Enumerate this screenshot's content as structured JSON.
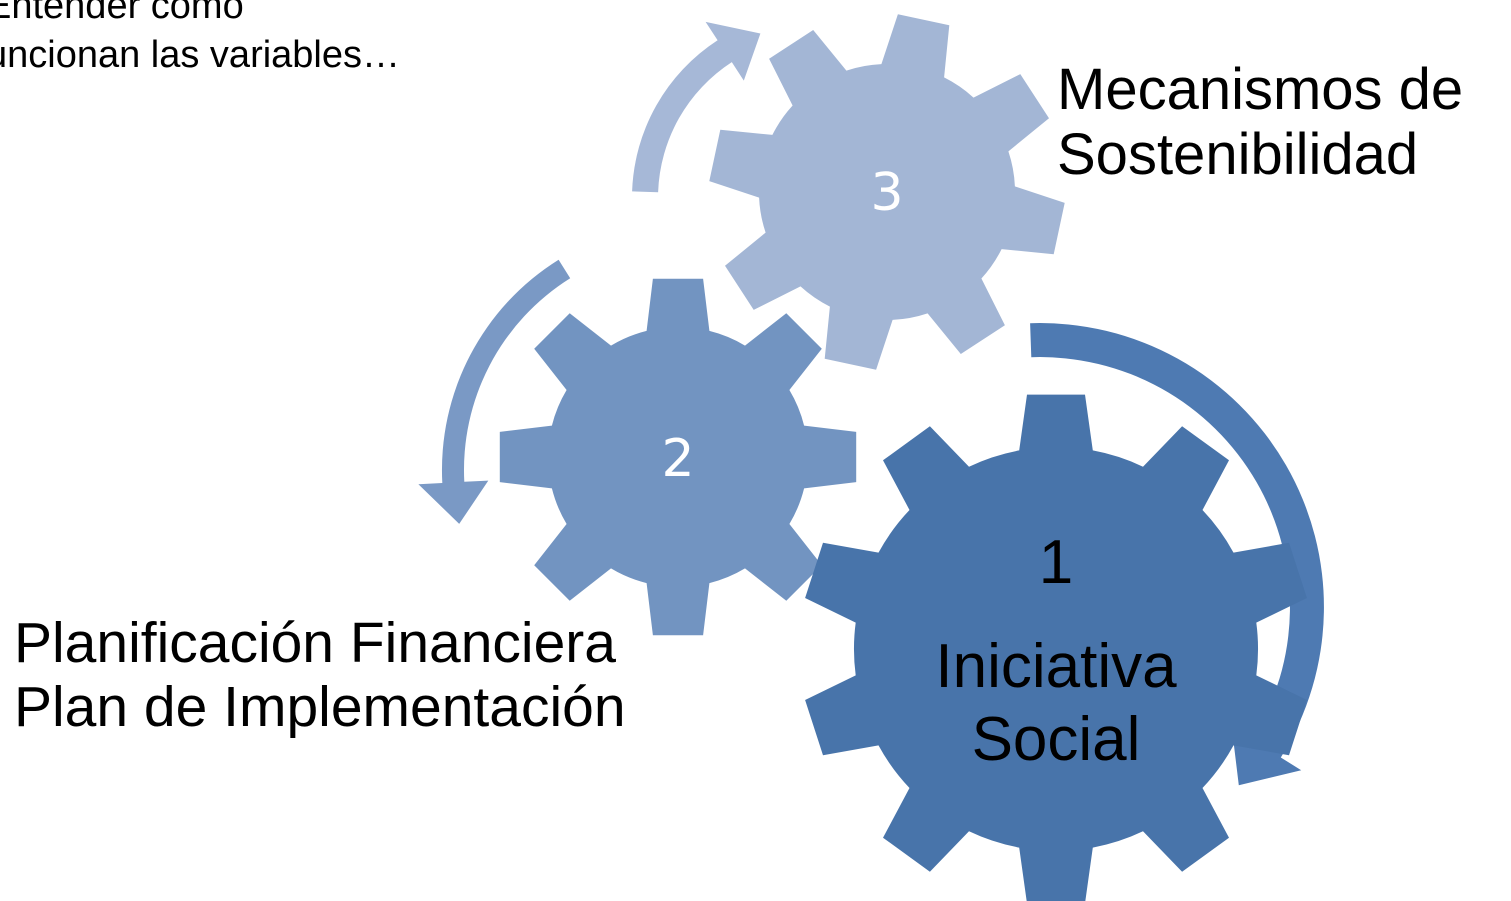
{
  "diagram": {
    "captions": {
      "top_left": {
        "line1": "Entender como",
        "line2": "uncionan las variables…"
      },
      "top_right": {
        "line1": "Mecanismos de",
        "line2": "Sostenibilidad"
      },
      "bottom_left": {
        "line1": "Planificación Financiera",
        "line2": "Plan de Implementación"
      }
    },
    "gears": [
      {
        "number": "1",
        "label_line1": "Iniciativa",
        "label_line2": "Social",
        "color": "#4874AA"
      },
      {
        "number": "2",
        "color": "#7294C1"
      },
      {
        "number": "3",
        "color": "#A3B6D5"
      }
    ],
    "arrow_colors": {
      "to_gear1": "#4E7AB2",
      "gear3_to_gear2": "#7A99C5",
      "top_arrow": "#A6B8D7"
    }
  }
}
